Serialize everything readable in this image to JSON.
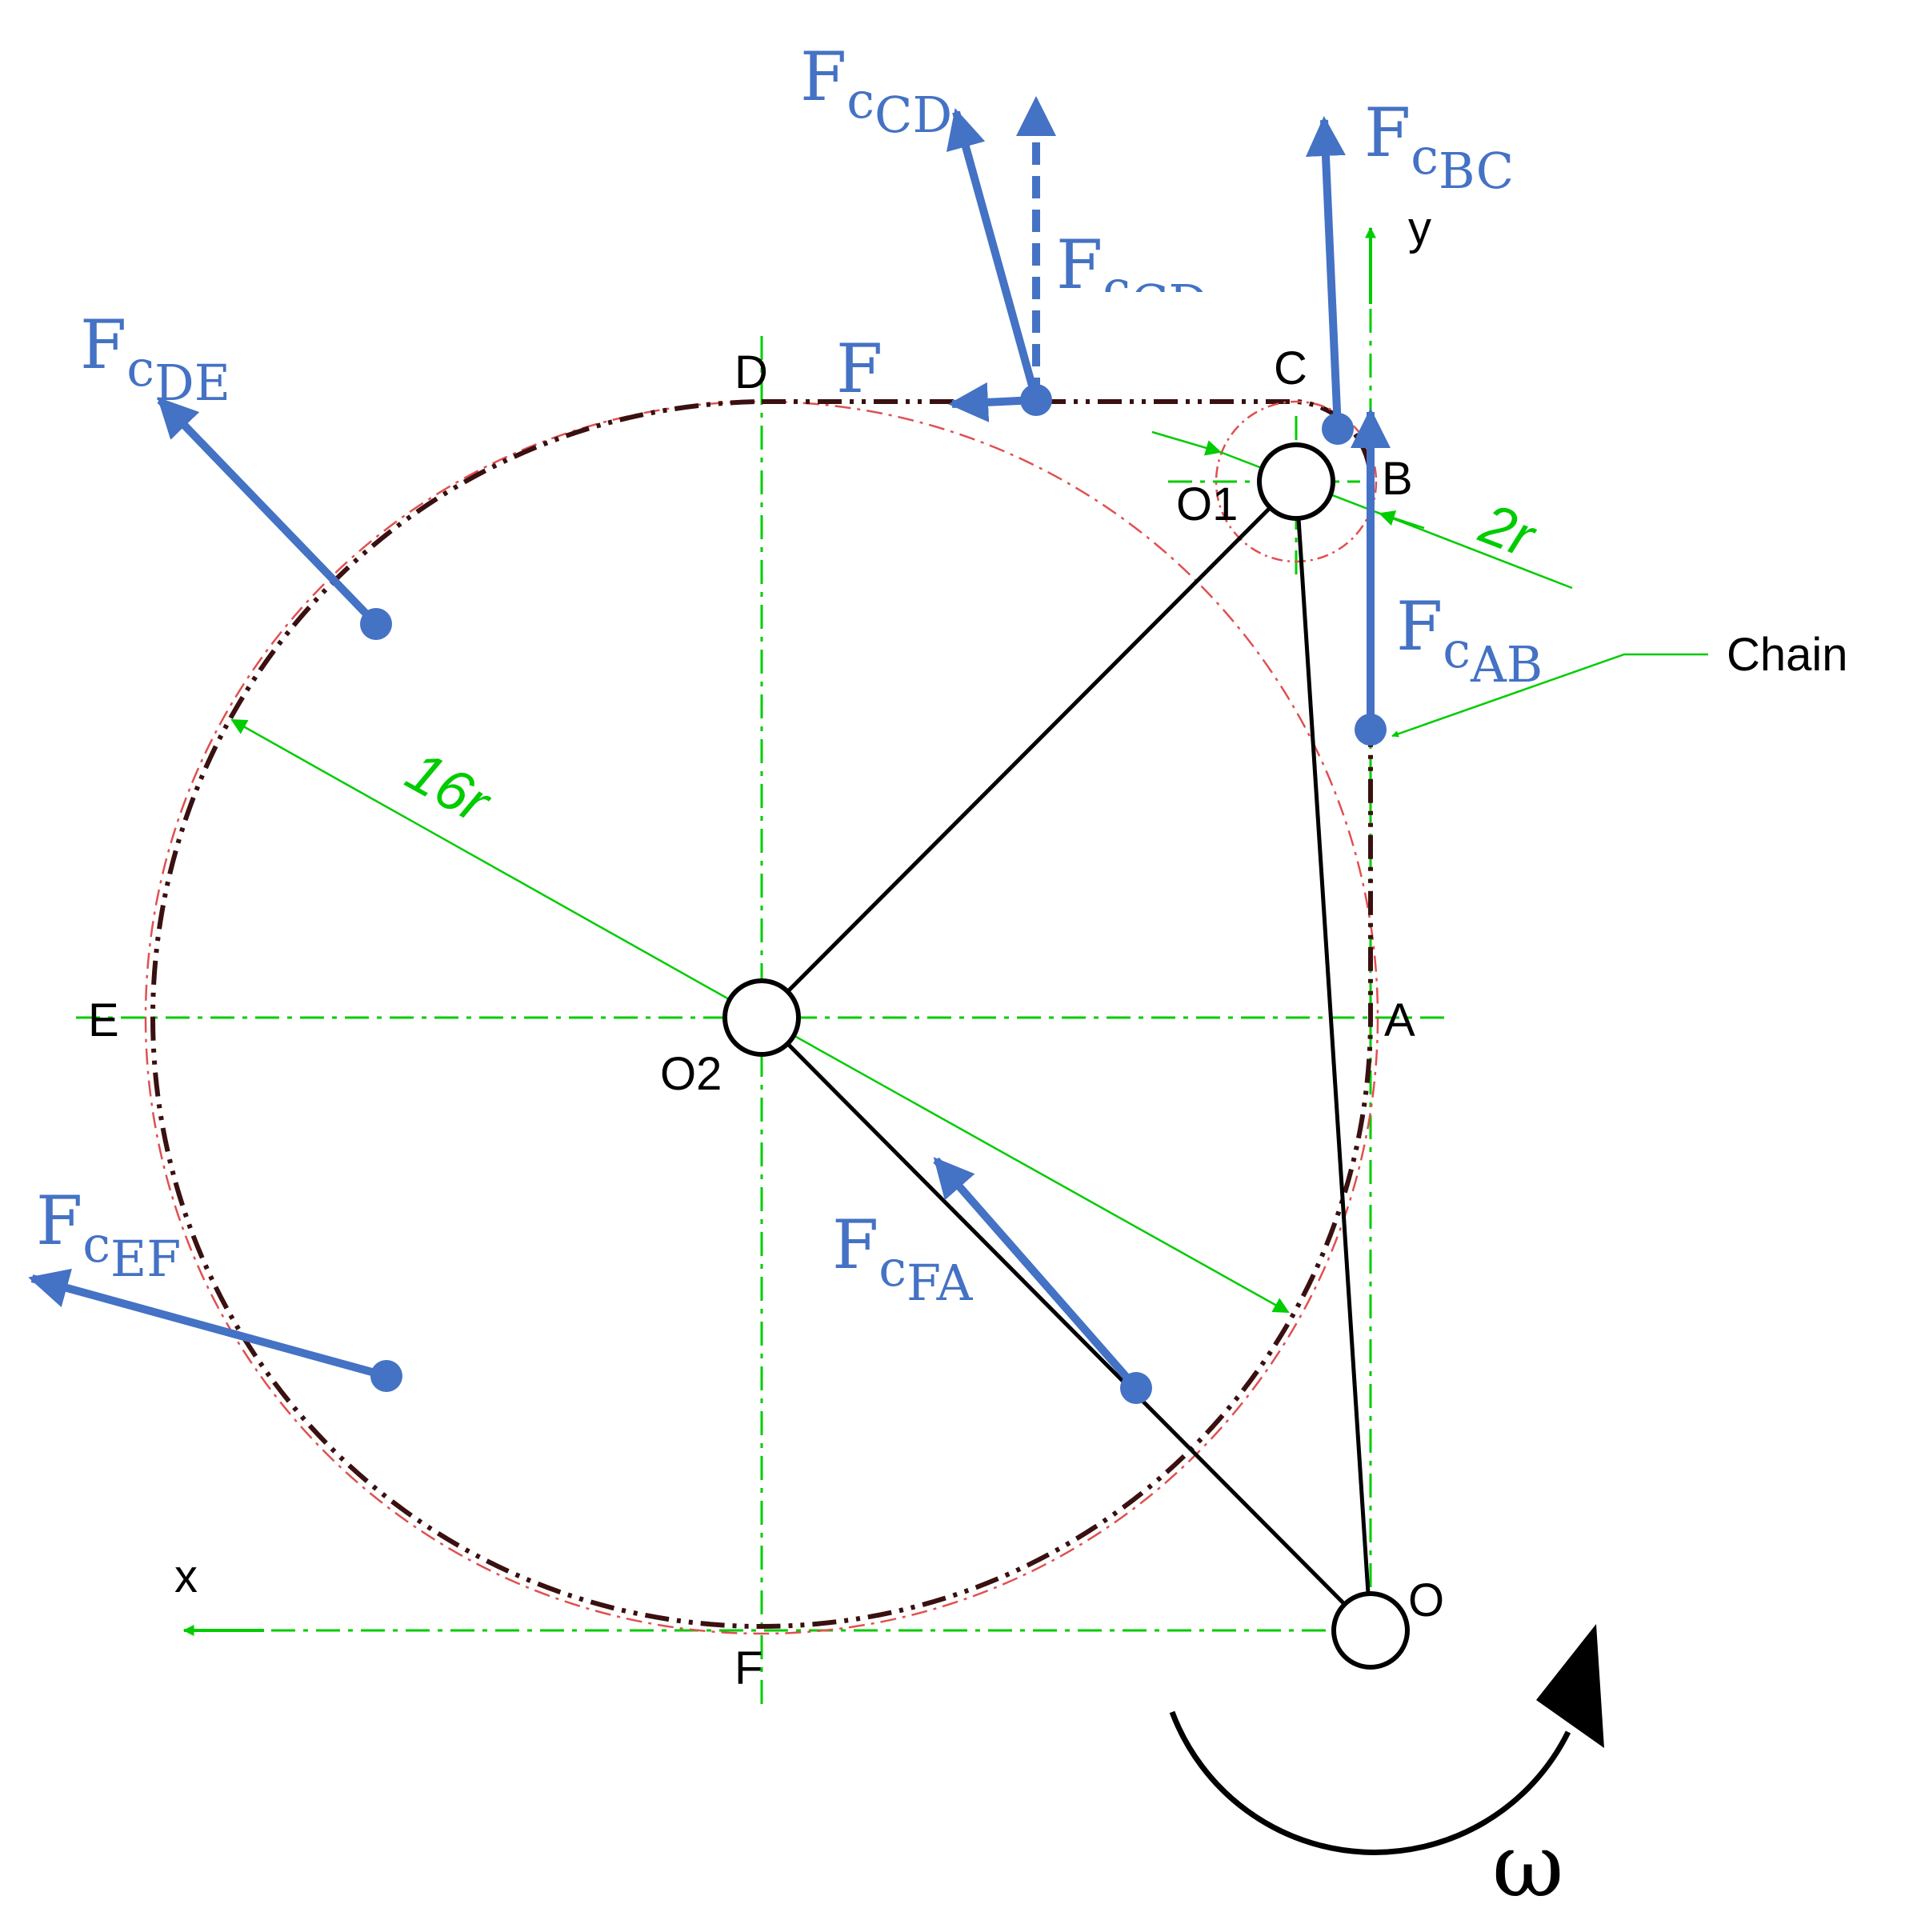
{
  "points": {
    "D": "D",
    "C": "C",
    "B": "B",
    "A": "A",
    "E": "E",
    "F": "F",
    "O": "O",
    "O1": "O1",
    "O2": "O2"
  },
  "axes": {
    "x": "x",
    "y": "y"
  },
  "dimensions": {
    "big_radius": "16r",
    "small_radius": "2r"
  },
  "annotation": {
    "chain": "Chain"
  },
  "rotation": {
    "symbol": "ω"
  },
  "forces": {
    "CD": {
      "main": "F",
      "sub1": "c",
      "sub2": "CD"
    },
    "CD_dashed": {
      "main": "F",
      "sub1": "c",
      "sub2": "CD"
    },
    "BC": {
      "main": "F",
      "sub1": "c",
      "sub2": "BC"
    },
    "DE": {
      "main": "F",
      "sub1": "c",
      "sub2": "DE"
    },
    "AB": {
      "main": "F",
      "sub1": "c",
      "sub2": "AB"
    },
    "EF": {
      "main": "F",
      "sub1": "c",
      "sub2": "EF"
    },
    "FA": {
      "main": "F",
      "sub1": "c",
      "sub2": "FA"
    },
    "CD_horizontal": {
      "main": "F",
      "sub1": ""
    }
  },
  "colors": {
    "force": "#4472c4",
    "construction": "#00cc00",
    "chain": "#5a1a1a",
    "ghost": "#e05050",
    "link": "#000000"
  }
}
